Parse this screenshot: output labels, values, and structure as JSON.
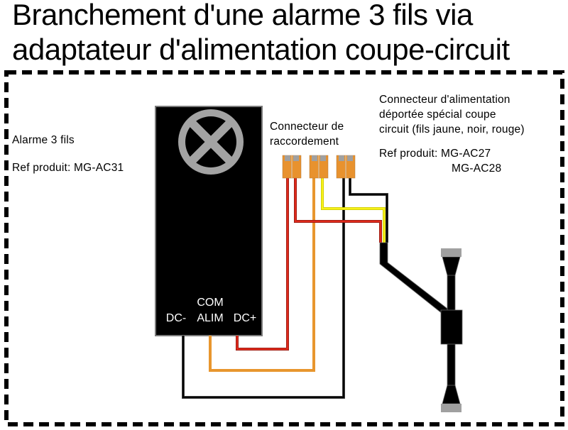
{
  "title": {
    "line1": "Branchement d'une alarme 3 fils via",
    "line2": "adaptateur d'alimentation coupe-circuit"
  },
  "alarm": {
    "name": "Alarme 3 fils",
    "ref": "Ref produit: MG-AC31",
    "terminals": {
      "dc_minus": "DC-",
      "com_line1": "COM",
      "com_line2": "ALIM",
      "dc_plus": "DC+"
    }
  },
  "junction": {
    "label_line1": "Connecteur de",
    "label_line2": "raccordement",
    "blocks": 3
  },
  "adapter": {
    "line1": "Connecteur d'alimentation",
    "line2": "déportée spécial coupe",
    "line3": "circuit (fils jaune, noir, rouge)",
    "ref_line1": "Ref produit: MG-AC27",
    "ref_line2": "MG-AC28"
  },
  "colors": {
    "wire_red": "#d9261c",
    "wire_orange": "#e8962e",
    "wire_yellow": "#f7f21a",
    "wire_black": "#000000",
    "connector_orange": "#e8922e",
    "connector_gray": "#a0a0a0",
    "device_body": "#000000",
    "logo_gray": "#a3a3a3"
  }
}
